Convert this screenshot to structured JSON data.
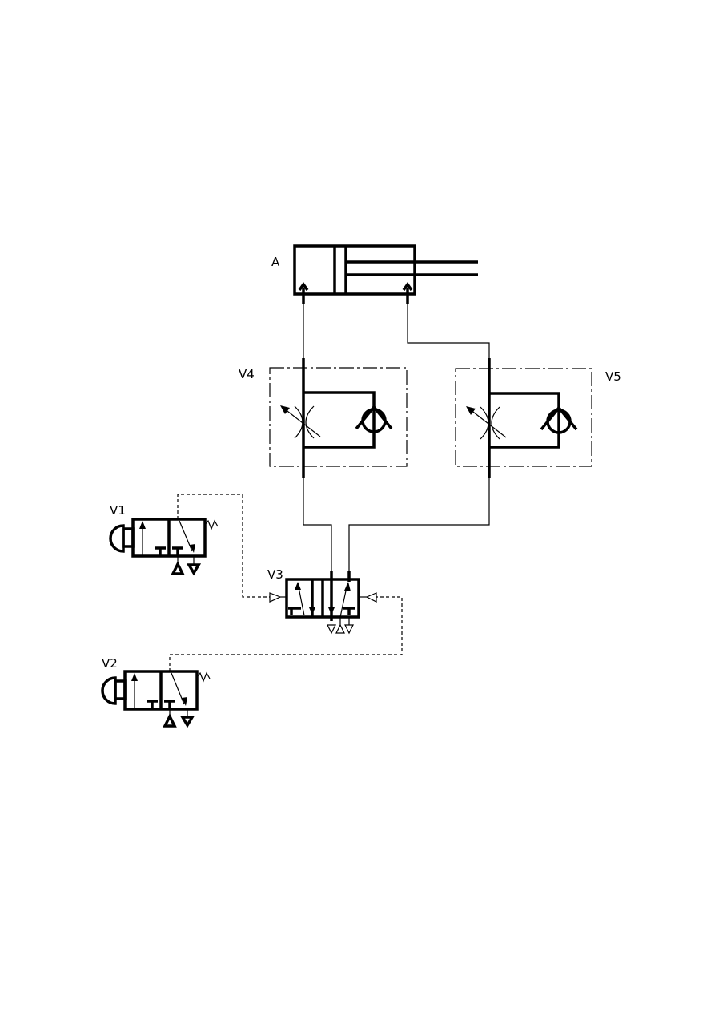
{
  "components": {
    "cylinder": {
      "label": "A"
    },
    "flow_control_1": {
      "label": "V4"
    },
    "flow_control_2": {
      "label": "V5"
    },
    "push_button_valve_1": {
      "label": "V1"
    },
    "push_button_valve_2": {
      "label": "V2"
    },
    "pilot_valve": {
      "label": "V3"
    }
  }
}
